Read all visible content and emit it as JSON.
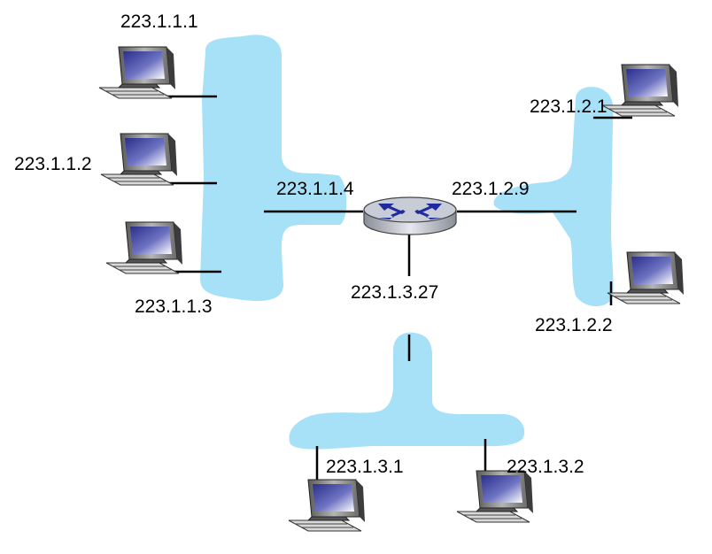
{
  "colors": {
    "subnet_fill": "#a6e1f8",
    "link": "#000000",
    "router_top": "#c8ccd6",
    "router_arrows": "#1f2a9c",
    "monitor_screen": "#2b2f8a",
    "monitor_body": "#8c8c8c"
  },
  "icons": {
    "host": "desktop-computer-icon",
    "router": "router-icon"
  },
  "router": {
    "interfaces": {
      "subnet1": "223.1.1.4",
      "subnet2": "223.1.2.9",
      "subnet3": "223.1.3.27"
    }
  },
  "hosts": {
    "h1": "223.1.1.1",
    "h2": "223.1.1.2",
    "h3": "223.1.1.3",
    "h4": "223.1.2.1",
    "h5": "223.1.2.2",
    "h6": "223.1.3.1",
    "h7": "223.1.3.2"
  }
}
